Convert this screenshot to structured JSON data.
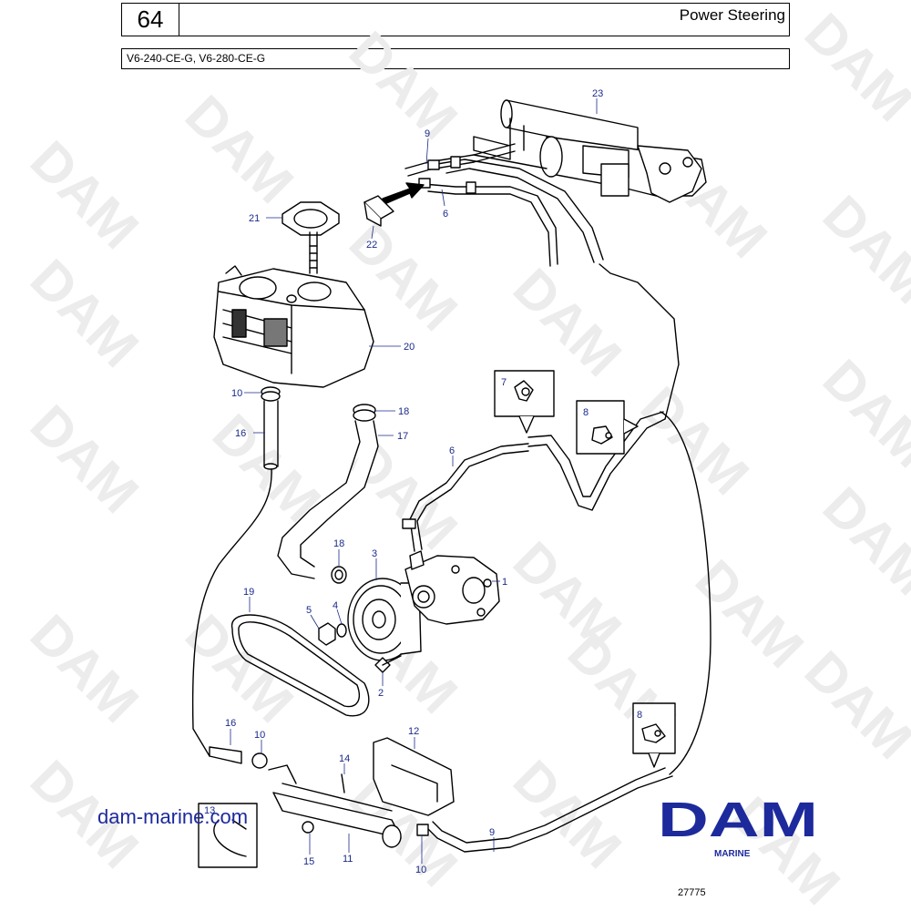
{
  "header": {
    "page_number": "64",
    "title": "Power Steering",
    "models": "V6-240-CE-G, V6-280-CE-G"
  },
  "watermark_text": "DAM",
  "callouts": {
    "c1": "1",
    "c2": "2",
    "c3": "3",
    "c4": "4",
    "c5": "5",
    "c6a": "6",
    "c6b": "6",
    "c7": "7",
    "c8a": "8",
    "c8b": "8",
    "c9a": "9",
    "c9b": "9",
    "c10a": "10",
    "c10b": "10",
    "c10c": "10",
    "c11": "11",
    "c12": "12",
    "c13": "13",
    "c14": "14",
    "c15": "15",
    "c16a": "16",
    "c16b": "16",
    "c17": "17",
    "c18a": "18",
    "c18b": "18",
    "c19": "19",
    "c20": "20",
    "c21": "21",
    "c22": "22",
    "c23": "23"
  },
  "footer": {
    "site_url": "dam-marine.com",
    "logo_text": "DAM",
    "logo_subtext": "MARINE",
    "figure_id": "27775"
  },
  "colors": {
    "callout": "#1a2a8a",
    "logo": "#1d2a9c",
    "line": "#000000"
  }
}
